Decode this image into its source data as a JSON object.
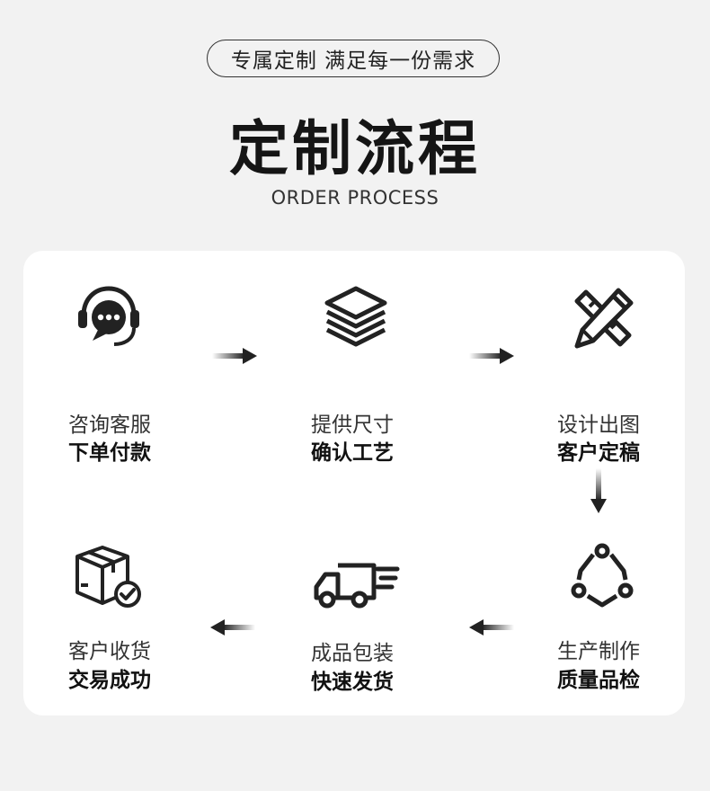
{
  "header": {
    "tagline": "专属定制 满足每一份需求",
    "title": "定制流程",
    "subtitle": "ORDER PROCESS"
  },
  "steps": [
    {
      "icon": "customer-service-headset-icon",
      "line1": "咨询客服",
      "line2": "下单付款"
    },
    {
      "icon": "layers-stack-icon",
      "line1": "提供尺寸",
      "line2": "确认工艺"
    },
    {
      "icon": "ruler-pencil-design-icon",
      "line1": "设计出图",
      "line2": "客户定稿"
    },
    {
      "icon": "production-cycle-icon",
      "line1": "生产制作",
      "line2": "质量品检"
    },
    {
      "icon": "delivery-truck-icon",
      "line1": "成品包装",
      "line2": "快速发货"
    },
    {
      "icon": "package-check-icon",
      "line1": "客户收货",
      "line2": "交易成功"
    }
  ],
  "colors": {
    "background": "#f2f2f2",
    "card": "#ffffff",
    "icon": "#222222"
  }
}
